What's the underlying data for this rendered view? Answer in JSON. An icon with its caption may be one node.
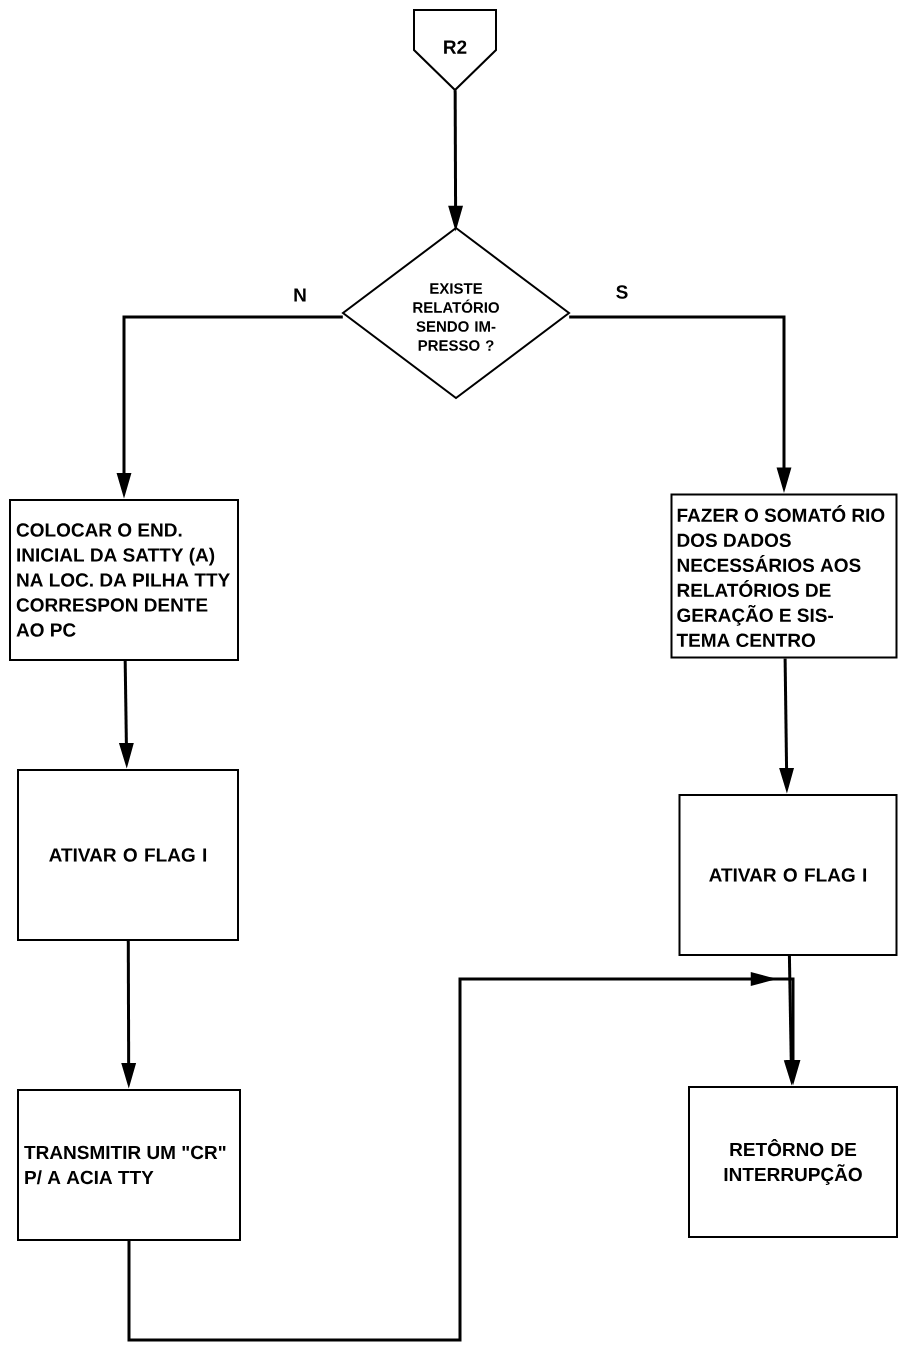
{
  "diagram": {
    "nodes": [
      {
        "text": [
          "R2"
        ]
      },
      {
        "text": [
          "EXISTE RELATÓRIO SENDO IM- PRESSO ?"
        ]
      },
      {
        "text": [
          "COLOCAR O END. INICIAL DA SATTY (A) NA LOC. DA PILHA TTY CORRESPON DENTE AO PC"
        ]
      },
      {
        "text": [
          "ATIVAR O FLAG I"
        ]
      },
      {
        "text": [
          "TRANSMITIR UM \"CR\" P/ A ACIA TTY"
        ]
      },
      {
        "text": [
          "FAZER O SOMATÓ RIO DOS DADOS NECESSÁRIOS AOS RELATÓRIOS DE GERAÇÃO E SIS- TEMA CENTRO"
        ]
      },
      {
        "text": [
          "ATIVAR O FLAG I"
        ]
      },
      {
        "text": [
          "RETÔRNO DE INTERRUPÇÃO"
        ]
      }
    ],
    "edges": [
      {
        "from": 0,
        "to": 1,
        "arrow": "to"
      },
      {
        "from": 1,
        "to": 2,
        "arrow": "to",
        "label": "N"
      },
      {
        "from": 1,
        "to": 5,
        "arrow": "to",
        "label": "S"
      },
      {
        "from": 2,
        "to": 3,
        "arrow": "to"
      },
      {
        "from": 3,
        "to": 4,
        "arrow": "to"
      },
      {
        "from": 5,
        "to": 6,
        "arrow": "to"
      },
      {
        "from": 6,
        "to": 7,
        "arrow": "to"
      },
      {
        "from": 4,
        "to": 7,
        "arrow": "to"
      }
    ]
  }
}
